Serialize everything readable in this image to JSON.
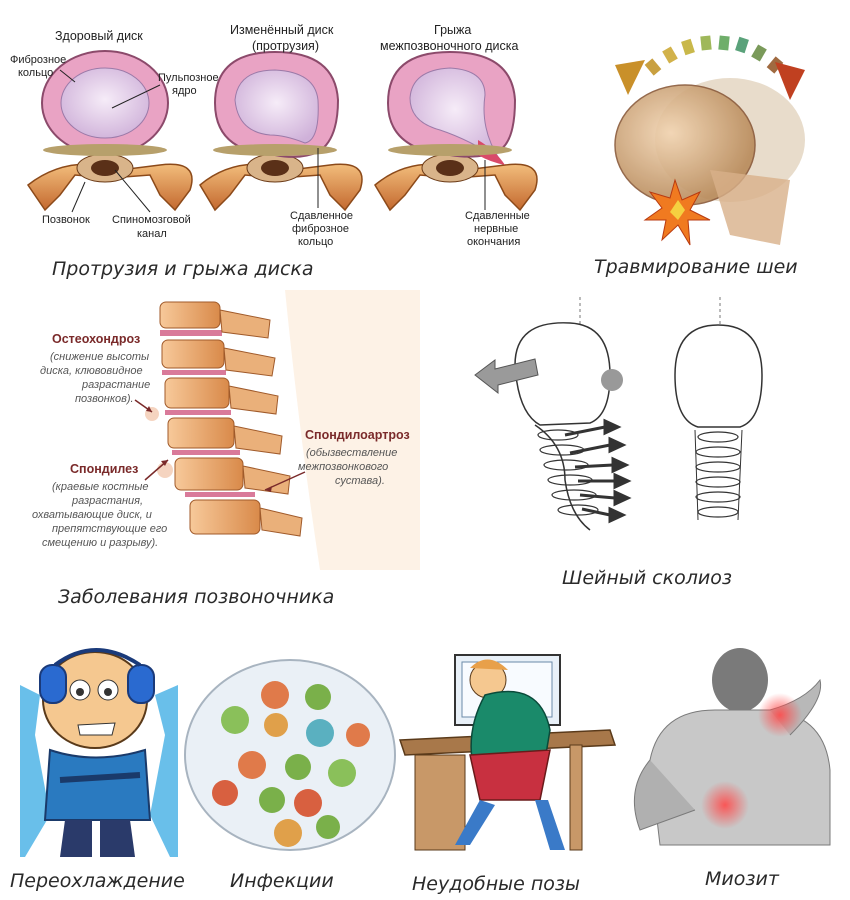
{
  "discs": {
    "titles": [
      "Здоровый диск",
      "Изменённый диск",
      "(протрузия)",
      "Грыжа",
      "межпозвоночного диска"
    ],
    "labels": {
      "fibrous_ring": [
        "Фиброзное",
        "кольцо"
      ],
      "nucleus": [
        "Пульпозное",
        "ядро"
      ],
      "vertebra": "Позвонок",
      "spinal_canal": [
        "Спиномозговой",
        "канал"
      ],
      "compressed_ring": [
        "Сдавленное",
        "фиброзное",
        "кольцо"
      ],
      "compressed_nerves": [
        "Сдавленные",
        "нервные",
        "окончания"
      ]
    },
    "caption": "Протрузия и грыжа диска"
  },
  "neck_injury": {
    "caption": "Травмирование шеи"
  },
  "spine_diseases": {
    "osteochondrosis": {
      "title": "Остеохондроз",
      "desc": [
        "(снижение высоты",
        "диска, клювовидное",
        "разрастание",
        "позвонков)."
      ]
    },
    "spondylosis": {
      "title": "Спондилез",
      "desc": [
        "(краевые костные",
        "разрастания,",
        "охватывающие диск, и",
        "препятствующие его",
        "смещению и разрыву)."
      ]
    },
    "spondyloarthrosis": {
      "title": "Спондилоартроз",
      "desc": [
        "(обызвествление",
        "межпозвонкового",
        "сустава)."
      ]
    },
    "caption": "Заболевания позвоночника"
  },
  "scoliosis": {
    "caption": "Шейный сколиоз"
  },
  "bottom": {
    "hypothermia": "Переохлаждение",
    "infections": "Инфекции",
    "poses": "Неудобные позы",
    "myositis": "Миозит"
  },
  "colors": {
    "disc_pink": "#e9a3c4",
    "nucleus": "#ecd9ee",
    "bone": "#e8a35a",
    "arrow_gray": "#9a9a9a"
  }
}
